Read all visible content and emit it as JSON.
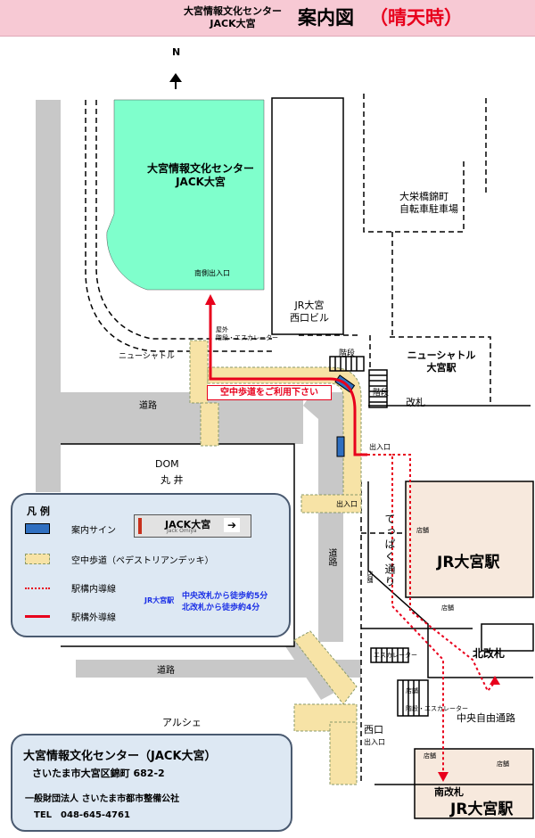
{
  "header": {
    "name_line": "大宮情報文化センター",
    "name_line2": "JACK大宮",
    "title": "案内図",
    "condition": "（晴天時）"
  },
  "north": "N",
  "labels": {
    "jack_building_1": "大宮情報文化センター",
    "jack_building_2": "JACK大宮",
    "south_entrance": "南側出入口",
    "outdoor_stairs_1": "屋外",
    "outdoor_stairs_2": "階段・エスカレーター",
    "jr_west_building_1": "JR大宮",
    "jr_west_building_2": "西口ビル",
    "bicycle_parking_1": "大栄橋錦町",
    "bicycle_parking_2": "自転車駐車場",
    "new_shuttle_line": "ニューシャトル",
    "new_shuttle_station_1": "ニューシャトル",
    "new_shuttle_station_2": "大宮駅",
    "stairs_top": "階段",
    "stairs_bottom": "階段",
    "ticket_gate": "改札",
    "skywalk_notice": "空中歩道をご利用下さい",
    "road_top": "道路",
    "road_middle": "道路",
    "road_bottom": "道路",
    "road_vertical": "道路",
    "entrance_1": "出入口",
    "entrance_2": "出入口",
    "entrance_3": "出入口",
    "dom_1": "DOM",
    "dom_2": "丸 井",
    "teppaku_street": "てっぱく通り",
    "shop_1": "店舗",
    "shop_2": "店舗",
    "shop_3": "店舗",
    "shop_4": "店舗",
    "shop_5": "店舗",
    "shop_6": "店舗",
    "escalator_1": "エスカレーター",
    "escalator_2": "階段・エスカレーター",
    "jr_omiya_station_top": "JR大宮駅",
    "jr_omiya_station_bottom": "JR大宮駅",
    "north_gate": "北改札",
    "south_gate": "南改札",
    "central_passage": "中央自由通路",
    "west_exit": "西口",
    "arche": "アルシェ"
  },
  "legend": {
    "title": "凡 例",
    "info_sign": "案内サイン",
    "sign_main": "JACK大宮",
    "sign_sub": "Jack Omiya",
    "skywalk": "空中歩道（ペデストリアンデッキ）",
    "inside_route": "駅構内導線",
    "outside_route": "駅構外導線",
    "jr_station_label": "JR大宮駅",
    "time_central": "中央改札から徒歩約5分",
    "time_north": "北改札から徒歩約4分"
  },
  "info": {
    "name": "大宮情報文化センター（JACK大宮）",
    "address": "さいたま市大宮区錦町 682-2",
    "org": "一般財団法人 さいたま市都市整備公社",
    "tel": "TEL　048-645-4761"
  },
  "colors": {
    "header_bg": "#f7c9d4",
    "jack_building": "#7fffcc",
    "station_area": "#f7e9dd",
    "skywalk": "#f7e3a6",
    "road": "#c8c8c8",
    "route": "#e8001c",
    "legend_bg": "#dde8f3",
    "sign_blue": "#2f6fc0",
    "time_text": "#1a2fe6"
  }
}
